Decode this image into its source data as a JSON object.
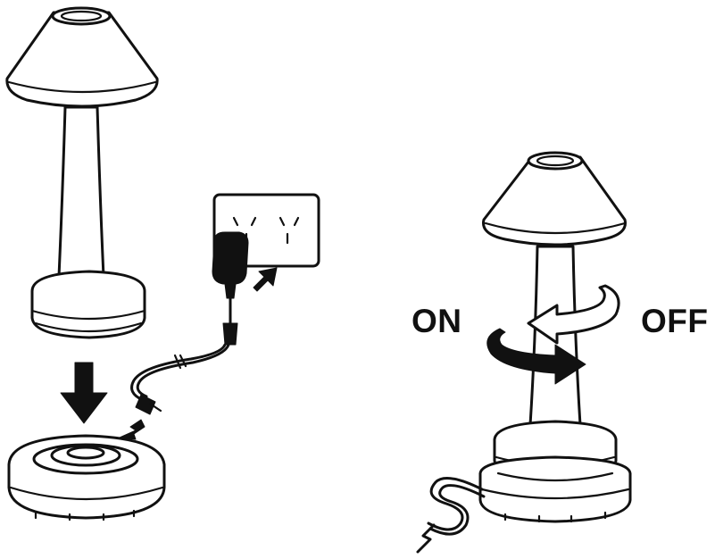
{
  "labels": {
    "on": "ON",
    "off": "OFF"
  },
  "colors": {
    "ink": "#111111",
    "background": "#ffffff"
  },
  "icons": {
    "lamp_left": "cordless-table-lamp",
    "charging_base": "charging-base",
    "wall_socket": "wall-power-outlet",
    "power_adapter": "power-adapter-plug",
    "insert_arrow": "down-arrow",
    "plug_in_arrow": "diagonal-arrow",
    "lamp_right": "lamp-on-base",
    "twist_on": "rotate-clockwise-arrow",
    "twist_off": "rotate-counterclockwise-arrow"
  }
}
